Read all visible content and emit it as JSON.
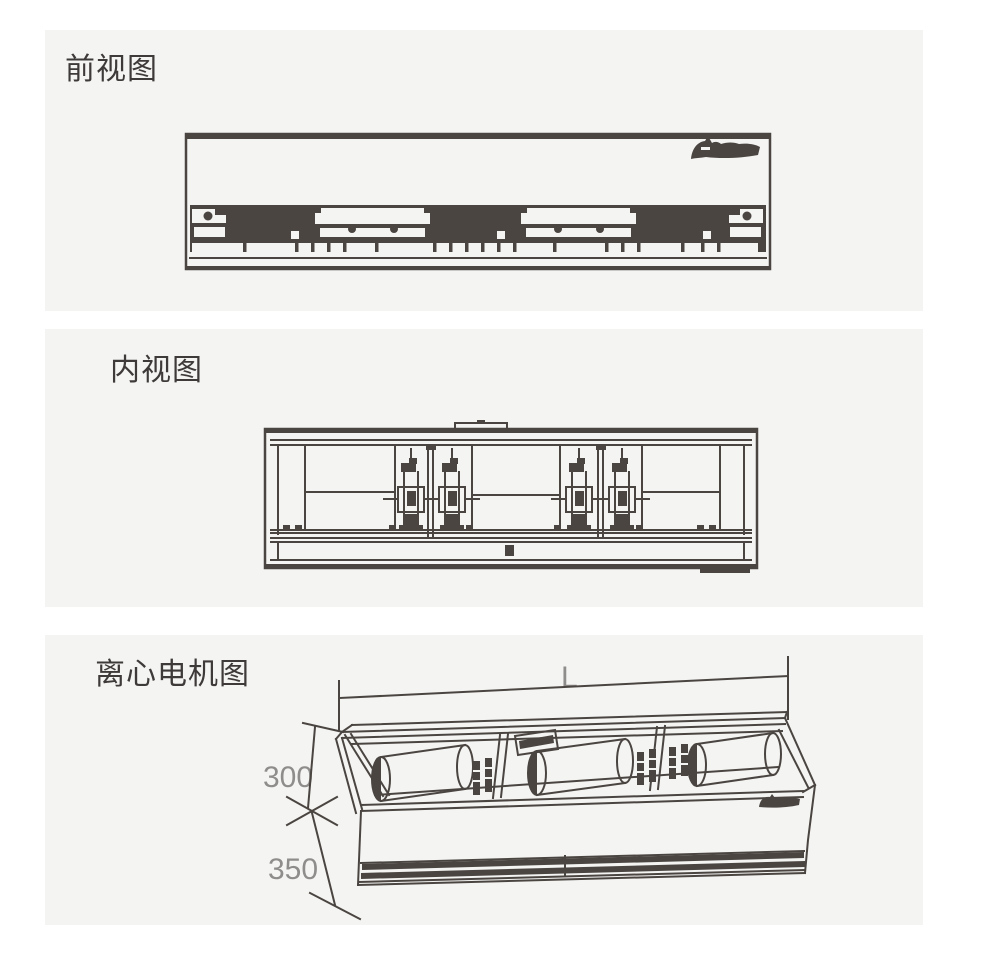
{
  "page": {
    "background": "#ffffff"
  },
  "colors": {
    "panel_bg": "#f4f4f3",
    "line": "#4a4541",
    "title_text": "#3e3a39",
    "dim_text": "#8f8d8b"
  },
  "panels": {
    "front": {
      "title": "前视图"
    },
    "internal": {
      "title": "内视图"
    },
    "motor": {
      "title": "离心电机图"
    }
  },
  "motor_view": {
    "length_label": "L",
    "upper_height": "300",
    "lower_height": "350"
  },
  "icons": {
    "brand_logo": "brand-logo"
  }
}
